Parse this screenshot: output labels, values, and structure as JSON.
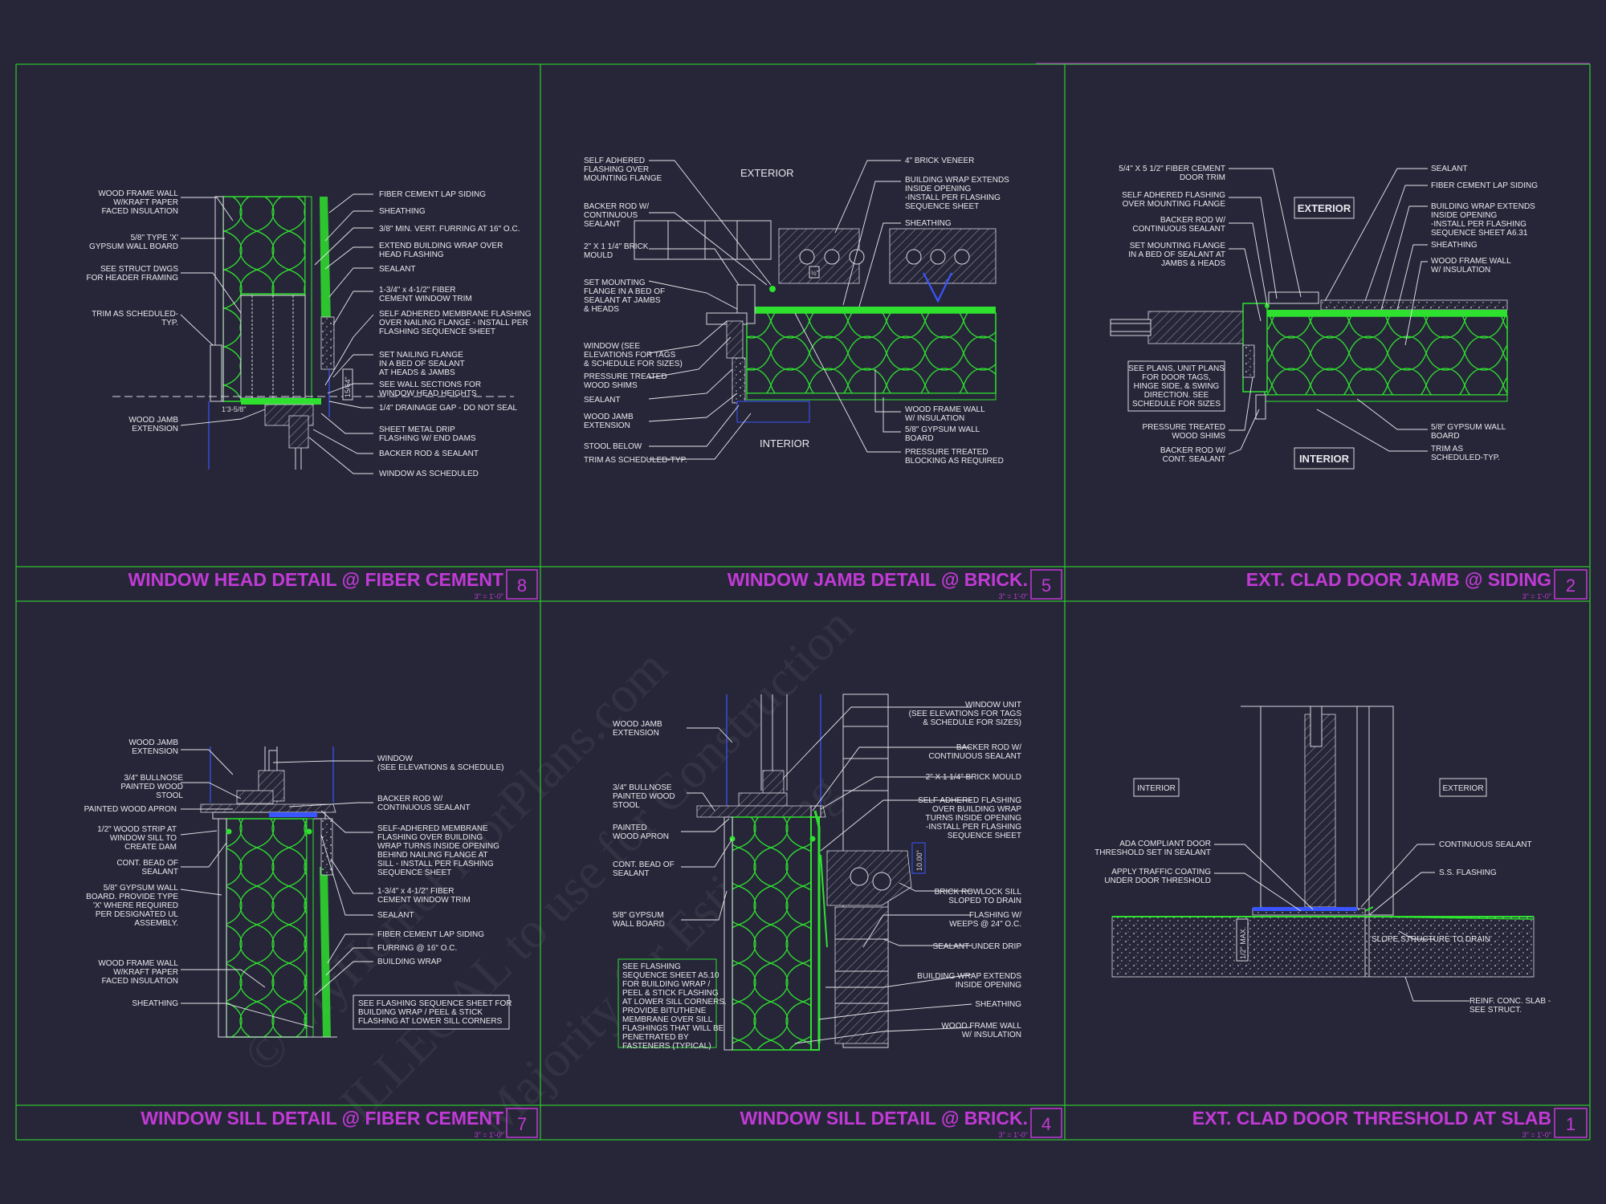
{
  "watermark": [
    "© MyHomeFloorPlans.com",
    "ILLEGAL to use for Construction",
    "Majority for Estimating"
  ],
  "details": [
    {
      "title": "WINDOW HEAD DETAIL @ FIBER CEMENT",
      "number": "8",
      "scale": "3\" = 1'-0\"",
      "labels_left": [
        "WOOD FRAME WALL",
        "W/KRAFT PAPER",
        "FACED INSULATION",
        "5/8\" TYPE 'X'",
        "GYPSUM WALL BOARD",
        "SEE STRUCT DWGS",
        "FOR HEADER FRAMING",
        "TRIM AS SCHEDULED-",
        "TYP.",
        "WOOD JAMB",
        "EXTENSION"
      ],
      "labels_right": [
        "FIBER CEMENT LAP SIDING",
        "SHEATHING",
        "3/8\" MIN. VERT. FURRING AT 16\" O.C.",
        "EXTEND BUILDING WRAP OVER",
        "HEAD FLASHING",
        "SEALANT",
        "1-3/4\" x 4-1/2\" FIBER",
        "CEMENT WINDOW TRIM",
        "SELF ADHERED MEMBRANE FLASHING",
        "OVER NAILING FLANGE - INSTALL PER",
        "FLASHING SEQUENCE SHEET",
        "SET NAILING FLANGE",
        "IN A BED OF SEALANT",
        "AT HEADS & JAMBS",
        "SEE WALL SECTIONS FOR",
        "WINDOW HEAD HEIGHTS",
        "1/4\" DRAINAGE GAP - DO NOT SEAL",
        "SHEET METAL DRIP",
        "FLASHING W/ END DAMS",
        "BACKER ROD & SEALANT",
        "WINDOW AS SCHEDULED"
      ],
      "dim_tags": [
        "15/64\"",
        "1'3-5/8\""
      ]
    },
    {
      "title": "WINDOW JAMB DETAIL @ BRICK.",
      "number": "5",
      "scale": "3\" = 1'-0\"",
      "zones": [
        "EXTERIOR",
        "INTERIOR"
      ],
      "labels_left": [
        "SELF ADHERED",
        "FLASHING OVER",
        "MOUNTING FLANGE",
        "BACKER ROD W/",
        "CONTINUOUS",
        "SEALANT",
        "2\" X 1 1/4\" BRICK",
        "MOULD",
        "SET MOUNTING",
        "FLANGE IN A BED OF",
        "SEALANT AT JAMBS",
        "& HEADS",
        "WINDOW (SEE",
        "ELEVATIONS FOR TAGS",
        "& SCHEDULE FOR SIZES)",
        "PRESSURE TREATED",
        "WOOD SHIMS",
        "SEALANT",
        "WOOD JAMB",
        "EXTENSION",
        "STOOL BELOW",
        "TRIM AS SCHEDULED-TYP."
      ],
      "labels_right": [
        "4\" BRICK VENEER",
        "BUILDING WRAP EXTENDS",
        "INSIDE OPENING",
        "-INSTALL PER FLASHING",
        "SEQUENCE SHEET",
        "SHEATHING",
        "WOOD FRAME WALL",
        "W/ INSULATION",
        "5/8\" GYPSUM WALL",
        "BOARD",
        "PRESSURE TREATED",
        "BLOCKING AS REQUIRED"
      ],
      "dim_tags": [
        "½\""
      ]
    },
    {
      "title": "EXT. CLAD DOOR JAMB @ SIDING",
      "number": "2",
      "scale": "3\" = 1'-0\"",
      "zones": [
        "EXTERIOR",
        "INTERIOR"
      ],
      "labels_left": [
        "5/4\" X 5 1/2\" FIBER CEMENT",
        "DOOR TRIM",
        "SELF ADHERED FLASHING",
        "OVER MOUNTING FLANGE",
        "BACKER ROD W/",
        "CONTINUOUS SEALANT",
        "SET MOUNTING FLANGE",
        "IN A BED OF SEALANT AT",
        "JAMBS & HEADS",
        "PRESSURE TREATED",
        "WOOD SHIMS",
        "BACKER ROD W/",
        "CONT. SEALANT"
      ],
      "note": [
        "SEE PLANS, UNIT PLANS",
        "FOR DOOR TAGS,",
        "HINGE SIDE, & SWING",
        "DIRECTION. SEE",
        "SCHEDULE FOR SIZES"
      ],
      "labels_right": [
        "SEALANT",
        "FIBER CEMENT LAP SIDING",
        "BUILDING WRAP EXTENDS",
        "INSIDE OPENING",
        "-INSTALL PER FLASHING",
        "SEQUENCE SHEET A6.31",
        "SHEATHING",
        "WOOD FRAME WALL",
        "W/ INSULATION",
        "5/8\" GYPSUM WALL",
        "BOARD",
        "TRIM AS",
        "SCHEDULED-TYP."
      ]
    },
    {
      "title": "WINDOW SILL DETAIL @ FIBER CEMENT",
      "number": "7",
      "scale": "3\" = 1'-0\"",
      "labels_left": [
        "WOOD JAMB",
        "EXTENSION",
        "3/4\" BULLNOSE",
        "PAINTED WOOD",
        "STOOL",
        "PAINTED WOOD APRON",
        "1/2\" WOOD STRIP AT",
        "WINDOW SILL TO",
        "CREATE DAM",
        "CONT. BEAD OF",
        "SEALANT",
        "5/8\"  GYPSUM WALL",
        "BOARD. PROVIDE TYPE",
        "'X' WHERE REQUIRED",
        "PER DESIGNATED UL",
        "ASSEMBLY.",
        "WOOD FRAME WALL",
        "W/KRAFT PAPER",
        "FACED  INSULATION",
        "SHEATHING"
      ],
      "labels_right": [
        "WINDOW",
        "(SEE ELEVATIONS & SCHEDULE)",
        "BACKER ROD W/",
        "CONTINUOUS SEALANT",
        "SELF-ADHERED MEMBRANE",
        "FLASHING OVER BUILDING",
        "WRAP TURNS INSIDE OPENING",
        "BEHIND NAILING FLANGE AT",
        "SILL - INSTALL PER FLASHING",
        "SEQUENCE SHEET",
        "1-3/4\" x 4-1/2\" FIBER",
        "CEMENT WINDOW TRIM",
        "SEALANT",
        "FIBER CEMENT LAP SIDING",
        "FURRING @ 16\" O.C.",
        "BUILDING WRAP"
      ],
      "note": [
        "SEE FLASHING SEQUENCE SHEET FOR",
        "BUILDING WRAP / PEEL & STICK",
        "FLASHING AT LOWER SILL CORNERS"
      ]
    },
    {
      "title": "WINDOW SILL DETAIL @ BRICK.",
      "number": "4",
      "scale": "3\" = 1'-0\"",
      "labels_left": [
        "WOOD JAMB",
        "EXTENSION",
        "3/4\" BULLNOSE",
        "PAINTED WOOD",
        "STOOL",
        "PAINTED",
        "WOOD APRON",
        "CONT. BEAD OF",
        "SEALANT",
        "5/8\" GYPSUM",
        "WALL BOARD"
      ],
      "note": [
        "SEE FLASHING",
        "SEQUENCE SHEET A5.10",
        "FOR BUILDING WRAP /",
        "PEEL & STICK FLASHING",
        "AT LOWER SILL CORNERS.",
        "PROVIDE BITUTHENE",
        "MEMBRANE OVER SILL",
        "FLASHINGS THAT WILL BE",
        "PENETRATED BY",
        "FASTENERS (TYPICAL)"
      ],
      "labels_right": [
        "WINDOW UNIT",
        "(SEE ELEVATIONS FOR TAGS",
        "& SCHEDULE FOR SIZES)",
        "BACKER ROD W/",
        "CONTINUOUS SEALANT",
        "2\" X 1 1/4\" BRICK MOULD",
        "SELF ADHERED FLASHING",
        "OVER BUILDING WRAP",
        "TURNS INSIDE OPENING",
        "-INSTALL PER FLASHING",
        "SEQUENCE SHEET",
        "BRICK ROWLOCK SILL",
        "SLOPED TO DRAIN",
        "FLASHING W/",
        "WEEPS @ 24\" O.C.",
        "SEALANT UNDER DRIP",
        "BUILDING WRAP EXTENDS",
        "INSIDE OPENING",
        "SHEATHING",
        "WOOD FRAME WALL",
        "W/ INSULATION"
      ],
      "dim_tags": [
        "10.00°"
      ]
    },
    {
      "title": "EXT. CLAD DOOR THRESHOLD AT SLAB",
      "number": "1",
      "scale": "3\" = 1'-0\"",
      "zones": [
        "INTERIOR",
        "EXTERIOR"
      ],
      "labels_left": [
        "ADA COMPLIANT DOOR",
        "THRESHOLD SET IN SEALANT",
        "APPLY TRAFFIC COATING",
        "UNDER DOOR THRESHOLD"
      ],
      "labels_right": [
        "CONTINUOUS SEALANT",
        "S.S. FLASHING",
        "SLOPE STRUCTURE TO DRAIN",
        "REINF. CONC. SLAB -",
        "SEE STRUCT."
      ],
      "dim_tags": [
        "1/2\" MAX."
      ]
    }
  ],
  "colors": {
    "background": "#262638",
    "frame": "#2fc12f",
    "linework": "#2fe12f",
    "title": "#c23ad6",
    "text": "#e8e8ee",
    "accent": "#3a55ff"
  }
}
